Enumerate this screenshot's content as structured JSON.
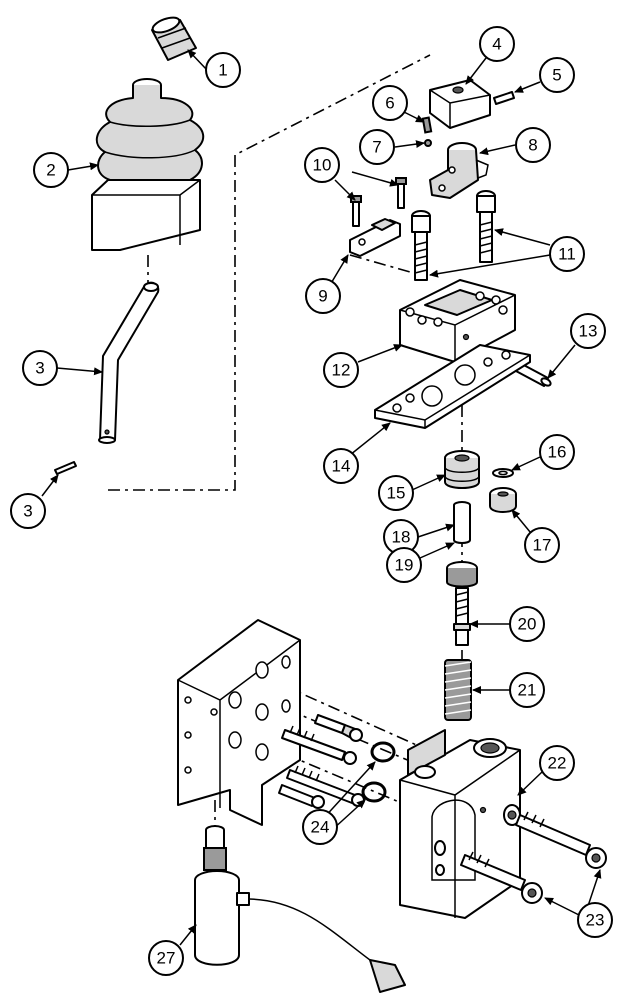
{
  "callouts": [
    {
      "id": "c1",
      "label": "1"
    },
    {
      "id": "c2",
      "label": "2"
    },
    {
      "id": "c3a",
      "label": "3"
    },
    {
      "id": "c3b",
      "label": "3"
    },
    {
      "id": "c4",
      "label": "4"
    },
    {
      "id": "c5",
      "label": "5"
    },
    {
      "id": "c6",
      "label": "6"
    },
    {
      "id": "c7",
      "label": "7"
    },
    {
      "id": "c8",
      "label": "8"
    },
    {
      "id": "c9",
      "label": "9"
    },
    {
      "id": "c10",
      "label": "10"
    },
    {
      "id": "c11",
      "label": "11"
    },
    {
      "id": "c12",
      "label": "12"
    },
    {
      "id": "c13",
      "label": "13"
    },
    {
      "id": "c14",
      "label": "14"
    },
    {
      "id": "c15",
      "label": "15"
    },
    {
      "id": "c16",
      "label": "16"
    },
    {
      "id": "c17",
      "label": "17"
    },
    {
      "id": "c18",
      "label": "18"
    },
    {
      "id": "c19",
      "label": "19"
    },
    {
      "id": "c20",
      "label": "20"
    },
    {
      "id": "c21",
      "label": "21"
    },
    {
      "id": "c22",
      "label": "22"
    },
    {
      "id": "c23",
      "label": "23"
    },
    {
      "id": "c24",
      "label": "24"
    },
    {
      "id": "c27",
      "label": "27"
    }
  ]
}
